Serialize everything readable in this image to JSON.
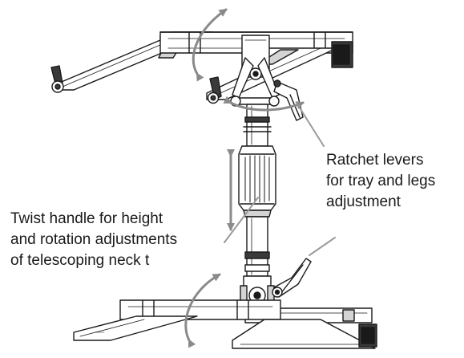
{
  "callouts": {
    "ratchet": {
      "lines": [
        "Ratchet levers",
        "for tray and legs",
        "adjustment"
      ]
    },
    "twist": {
      "lines": [
        "Twist handle for height",
        "and rotation adjustments",
        "of telescoping neck t"
      ]
    }
  },
  "colors": {
    "outline": "#1a1a1a",
    "fill": "#ffffff",
    "shade": "#d4d4d4",
    "dark": "#3a3a3a",
    "arrow": "#8a8a8a",
    "leader": "#9a9a9a"
  }
}
